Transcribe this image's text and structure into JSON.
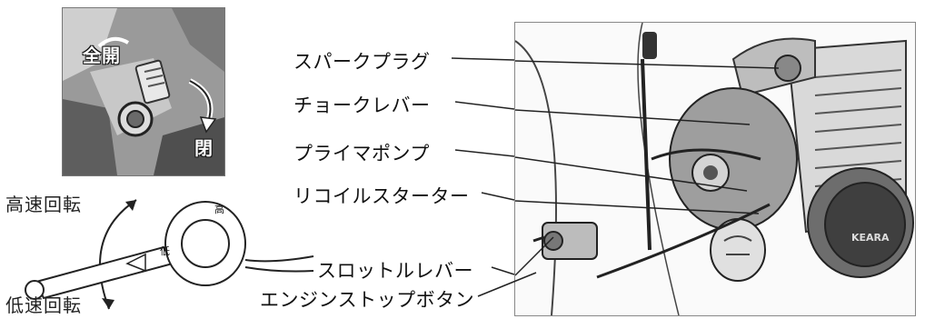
{
  "inset": {
    "label_full_open": "全開",
    "label_closed": "閉"
  },
  "throttle": {
    "high_speed": "高速回転",
    "low_speed": "低速回転",
    "grip_mark_1": "高",
    "grip_mark_2": "低"
  },
  "callouts": [
    "スパークプラグ",
    "チョークレバー",
    "プライマポンプ",
    "リコイルスターター",
    "スロットルレバー",
    "エンジンストップボタン"
  ],
  "engine_brand": "KEARA"
}
